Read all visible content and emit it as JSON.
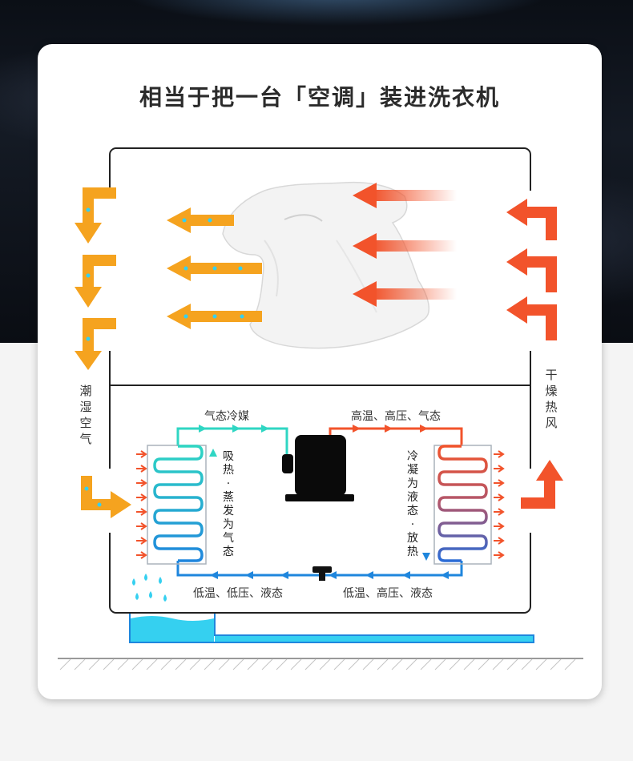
{
  "title": "相当于把一台「空调」装进洗衣机",
  "labels": {
    "humid_air": "潮湿空气",
    "dry_hot_air": "干燥热风",
    "refrigerant_gas": "气态冷媒",
    "high_temp_pressure_gas": "高温、高压、气态",
    "low_temp_pressure_liquid": "低温、低压、液态",
    "low_temp_high_pressure_liquid": "低温、高压、液态",
    "evaporator_desc": "吸热·蒸发为气态",
    "condenser_desc": "冷凝为液态·放热"
  },
  "colors": {
    "orange": "#f5a31f",
    "red": "#f2532b",
    "cyan": "#2fd6c3",
    "blue": "#1f86dd",
    "water": "#35d0f0",
    "text": "#333333"
  }
}
